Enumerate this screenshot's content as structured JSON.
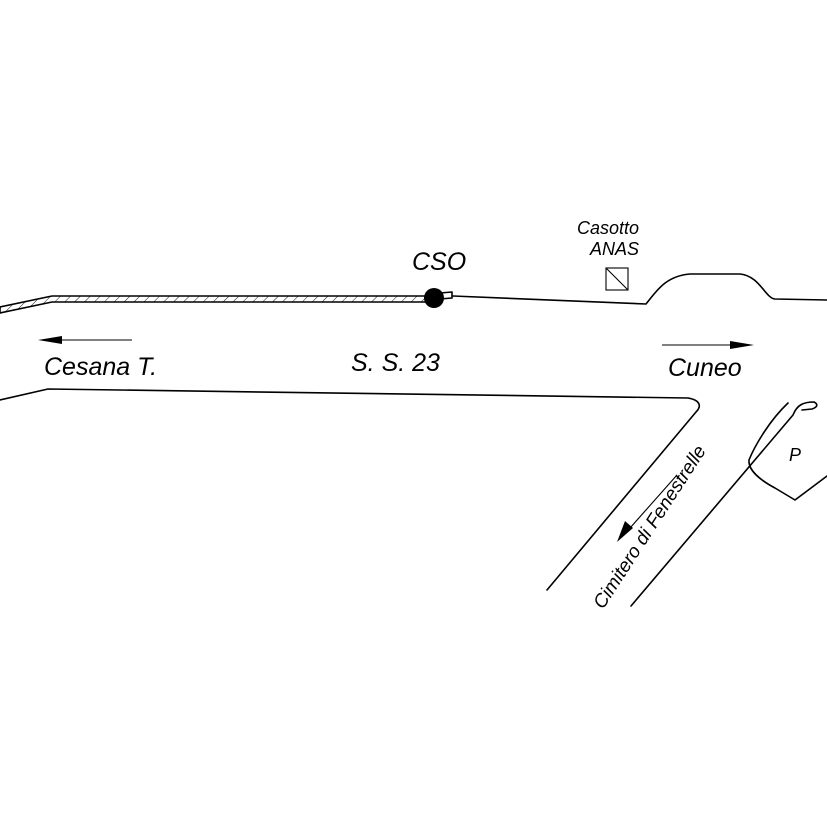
{
  "labels": {
    "station": "CSO",
    "building_line1": "Casotto",
    "building_line2": "ANAS",
    "road_name": "S. S. 23",
    "direction_west": "Cesana T.",
    "direction_east": "Cuneo",
    "side_road": "Cimitero di Fenestrelle",
    "parking": "P"
  },
  "colors": {
    "ink": "#000000",
    "background": "#ffffff"
  }
}
